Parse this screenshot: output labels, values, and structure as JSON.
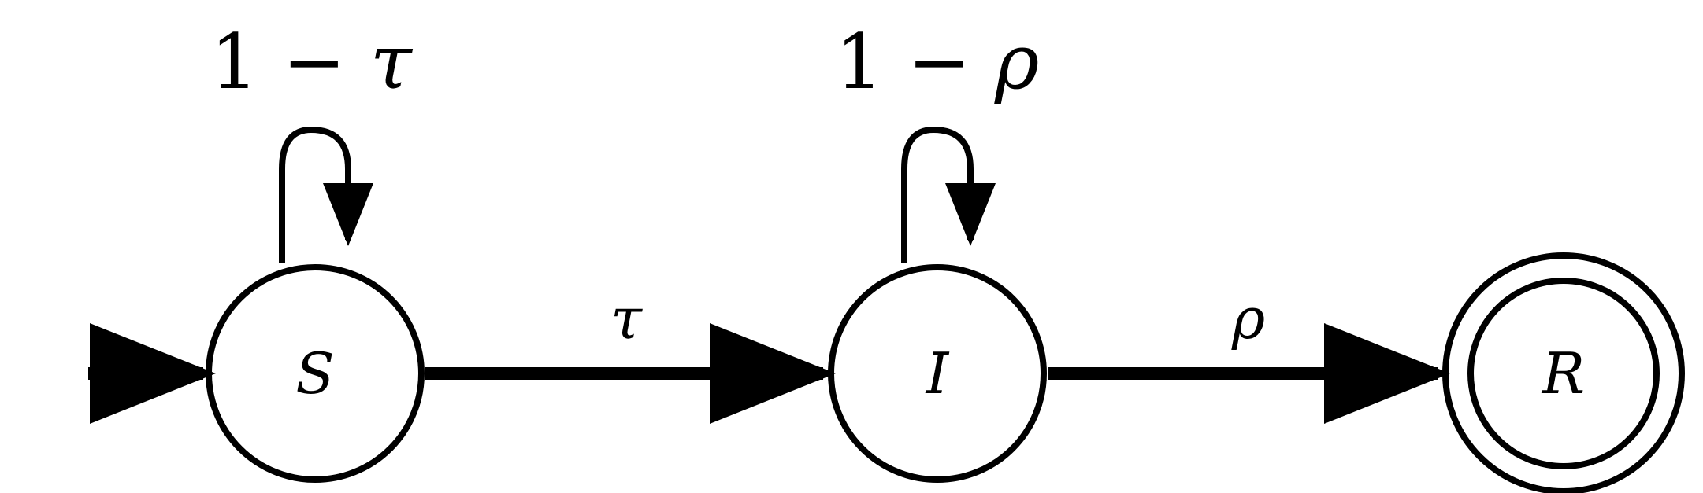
{
  "diagram": {
    "states": [
      {
        "id": "S",
        "label": "S",
        "accepting": false,
        "initial": true
      },
      {
        "id": "I",
        "label": "I",
        "accepting": false,
        "initial": false
      },
      {
        "id": "R",
        "label": "R",
        "accepting": true,
        "initial": false
      }
    ],
    "loops": [
      {
        "state": "S",
        "prefix": "1 − ",
        "symbol": "τ"
      },
      {
        "state": "I",
        "prefix": "1 − ",
        "symbol": "ρ"
      }
    ],
    "edges": [
      {
        "from": "S",
        "to": "I",
        "label": "τ"
      },
      {
        "from": "I",
        "to": "R",
        "label": "ρ"
      }
    ],
    "colors": {
      "stroke": "#000000",
      "background": "#ffffff"
    }
  }
}
